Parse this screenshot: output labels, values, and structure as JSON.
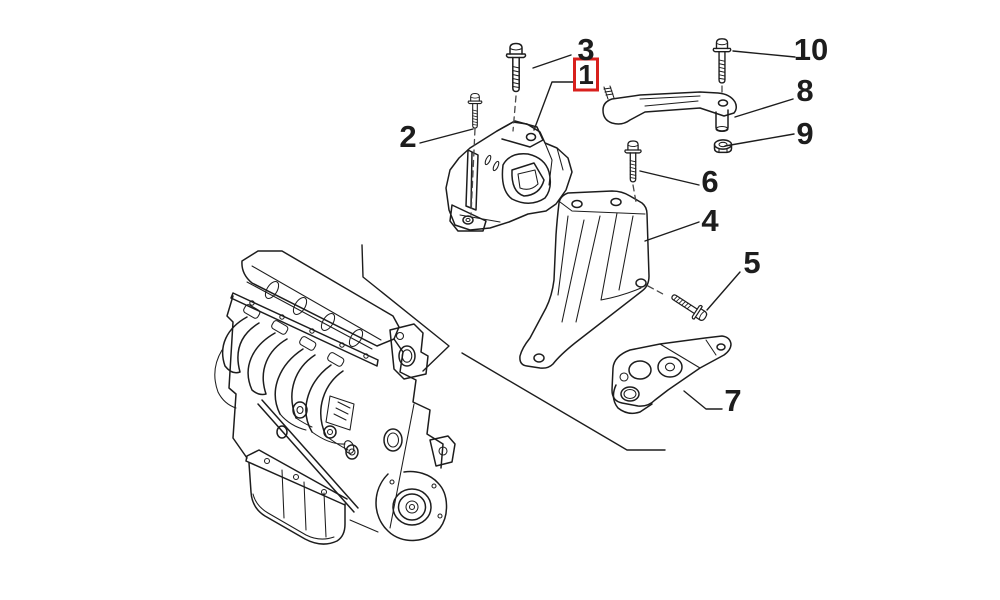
{
  "diagram": {
    "title": "Engine mounting exploded parts diagram",
    "background_color": "#ffffff",
    "line_color": "#1d1d1d",
    "highlight_color": "#d8201d"
  },
  "callouts": [
    {
      "number": "1",
      "part": "engine-mount",
      "highlighted": true
    },
    {
      "number": "2",
      "part": "hex-flange-bolt",
      "highlighted": false
    },
    {
      "number": "3",
      "part": "hex-flange-bolt",
      "highlighted": false
    },
    {
      "number": "4",
      "part": "support-bracket",
      "highlighted": false
    },
    {
      "number": "5",
      "part": "hex-bolt",
      "highlighted": false
    },
    {
      "number": "6",
      "part": "hex-bolt",
      "highlighted": false
    },
    {
      "number": "7",
      "part": "lower-mount-bracket",
      "highlighted": false
    },
    {
      "number": "8",
      "part": "torque-reaction-arm",
      "highlighted": false
    },
    {
      "number": "9",
      "part": "hex-nut",
      "highlighted": false
    },
    {
      "number": "10",
      "part": "hex-bolt",
      "highlighted": false
    }
  ]
}
